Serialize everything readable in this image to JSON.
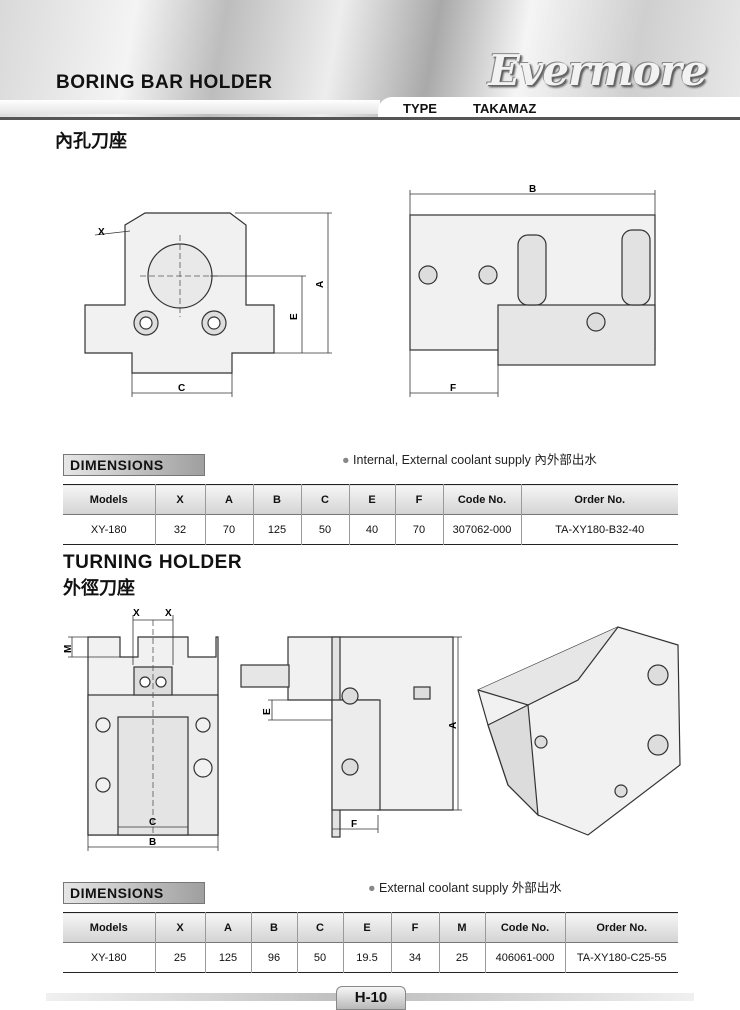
{
  "header": {
    "title": "BORING BAR HOLDER",
    "brand": "Evermore",
    "type_label": "TYPE",
    "type_value": "TAKAMAZ"
  },
  "section1": {
    "subtitle_cn": "內孔刀座",
    "dimension_tab": "DIMENSIONS",
    "note": "Internal, External coolant supply 內外部出水",
    "drawing_labels": {
      "x": "X",
      "a": "A",
      "b": "B",
      "c": "C",
      "e": "E",
      "f": "F"
    },
    "table": {
      "headers": [
        "Models",
        "X",
        "A",
        "B",
        "C",
        "E",
        "F",
        "Code No.",
        "Order No."
      ],
      "rows": [
        [
          "XY-180",
          "32",
          "70",
          "125",
          "50",
          "40",
          "70",
          "307062-000",
          "TA-XY180-B32-40"
        ]
      ]
    }
  },
  "section2": {
    "title": "TURNING HOLDER",
    "subtitle_cn": "外徑刀座",
    "dimension_tab": "DIMENSIONS",
    "note": "External coolant supply 外部出水",
    "drawing_labels": {
      "x": "X",
      "m": "M",
      "a": "A",
      "b": "B",
      "c": "C",
      "e": "E",
      "f": "F"
    },
    "table": {
      "headers": [
        "Models",
        "X",
        "A",
        "B",
        "C",
        "E",
        "F",
        "M",
        "Code No.",
        "Order No."
      ],
      "rows": [
        [
          "XY-180",
          "25",
          "125",
          "96",
          "50",
          "19.5",
          "34",
          "25",
          "406061-000",
          "TA-XY180-C25-55"
        ]
      ]
    }
  },
  "footer": {
    "page": "H-10"
  }
}
